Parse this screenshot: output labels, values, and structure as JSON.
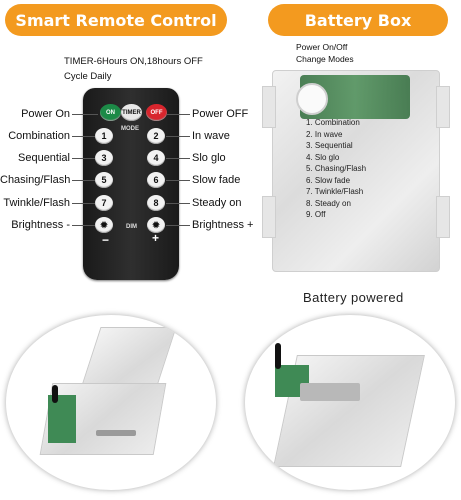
{
  "headers": {
    "remote": "Smart Remote Control",
    "battery": "Battery Box"
  },
  "timer": {
    "line1": "TIMER-6Hours ON,18hours OFF",
    "line2": "Cycle Daily"
  },
  "remote_buttons": {
    "on": "ON",
    "timer": "TIMER",
    "off": "OFF",
    "mode": "MODE",
    "dim": "DIM",
    "minus": "−",
    "plus": "+",
    "numbers": [
      "1",
      "2",
      "3",
      "4",
      "5",
      "6",
      "7",
      "8"
    ]
  },
  "left_labels": [
    "Power On",
    "Combination",
    "Sequential",
    "Chasing/Flash",
    "Twinkle/Flash",
    "Brightness -"
  ],
  "right_labels": [
    "Power OFF",
    "In wave",
    "Slo glo",
    "Slow fade",
    "Steady on",
    "Brightness +"
  ],
  "battery": {
    "note1": "Power On/Off",
    "note2": "Change Modes",
    "modes": [
      "1. Combination",
      "2. In wave",
      "3. Sequential",
      "4. Slo glo",
      "5. Chasing/Flash",
      "6. Slow fade",
      "7. Twinkle/Flash",
      "8. Steady on",
      "9. Off"
    ],
    "caption": "Battery powered"
  },
  "colors": {
    "accent": "#f39a1f",
    "on": "#1c8a47",
    "off": "#d8252d"
  }
}
